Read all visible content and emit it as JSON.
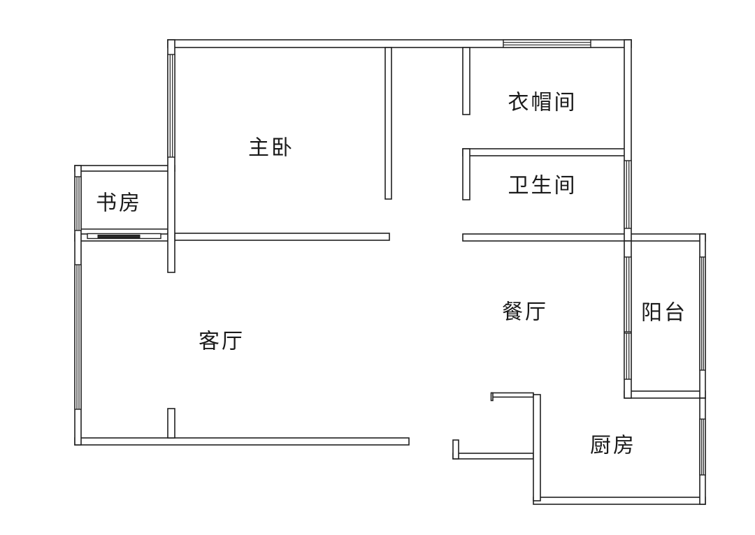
{
  "canvas": {
    "background": "#ffffff",
    "line_color": "#1f1f1f",
    "text_color": "#1a1a1a"
  },
  "rooms": [
    {
      "id": "master-bedroom",
      "label": "主卧"
    },
    {
      "id": "study",
      "label": "书房"
    },
    {
      "id": "cloakroom",
      "label": "衣帽间"
    },
    {
      "id": "bathroom",
      "label": "卫生间"
    },
    {
      "id": "living-room",
      "label": "客厅"
    },
    {
      "id": "dining-room",
      "label": "餐厅"
    },
    {
      "id": "balcony",
      "label": "阳台"
    },
    {
      "id": "kitchen",
      "label": "厨房"
    }
  ]
}
